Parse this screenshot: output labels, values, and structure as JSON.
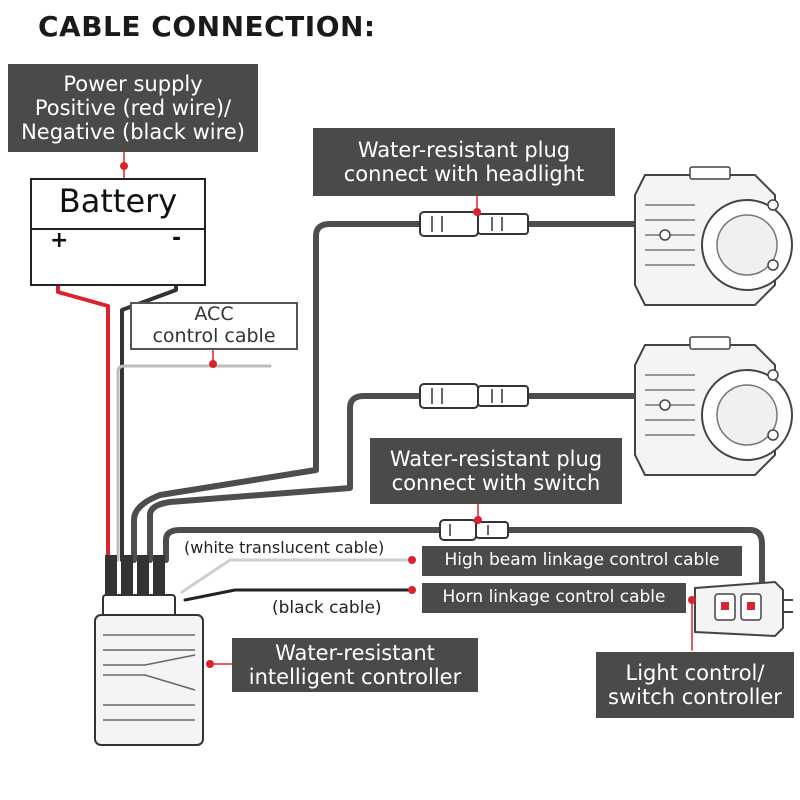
{
  "title": "CABLE CONNECTION:",
  "labels": {
    "power_supply": [
      "Power supply",
      "Positive (red wire)/",
      "Negative (black wire)"
    ],
    "battery": "Battery",
    "battery_plus": "+",
    "battery_minus": "-",
    "acc_cable": [
      "ACC",
      "control cable"
    ],
    "plug_headlight": [
      "Water-resistant plug",
      "connect with headlight"
    ],
    "plug_switch": [
      "Water-resistant plug",
      "connect with switch"
    ],
    "white_cable": "(white translucent cable)",
    "high_beam": "High beam linkage control cable",
    "black_cable": "(black cable)",
    "horn": "Horn linkage control cable",
    "controller": [
      "Water-resistant",
      "intelligent controller"
    ],
    "switch_controller": [
      "Light control/",
      "switch controller"
    ]
  },
  "colors": {
    "label_bg": "#4a4a4a",
    "wire": "#4d4d4d",
    "red_wire": "#d9232e",
    "marker": "#d9232e"
  },
  "icons": [
    "headlight-icon",
    "connector-icon",
    "controller-box-icon",
    "switch-panel-icon"
  ]
}
